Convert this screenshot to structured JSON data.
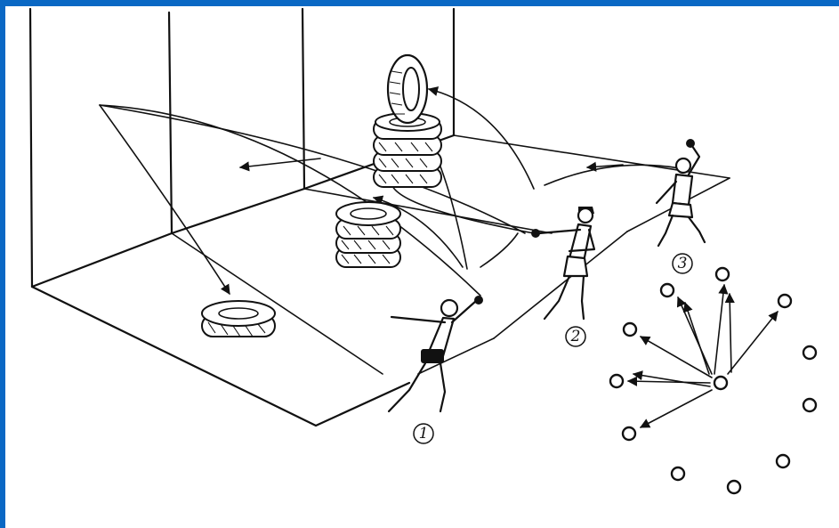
{
  "accent_color": "#0a68c4",
  "players": [
    {
      "number": "1"
    },
    {
      "number": "2"
    },
    {
      "number": "3"
    }
  ],
  "icons": [
    "tire-stack-tall",
    "tire-stack-short",
    "tire-lying-flat",
    "thrower-figure",
    "target-marker",
    "throw-arrow"
  ]
}
